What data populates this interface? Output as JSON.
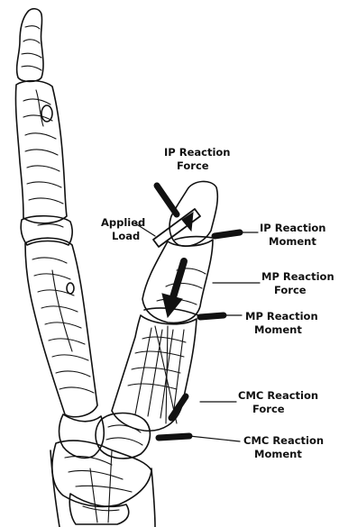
{
  "labels": {
    "ip_reaction_force": [
      "IP Reaction",
      "Force"
    ],
    "applied_load": [
      "Applied",
      "Load"
    ],
    "ip_reaction_moment": [
      "IP Reaction",
      "Moment"
    ],
    "mp_reaction_force": [
      "MP Reaction",
      "Force"
    ],
    "mp_reaction_moment": [
      "MP Reaction",
      "Moment"
    ],
    "cmc_reaction_force": [
      "CMC Reaction",
      "Force"
    ],
    "cmc_reaction_moment": [
      "CMC Reaction",
      "Moment"
    ]
  },
  "colors": {
    "ink": "#111111",
    "paper": "#ffffff"
  }
}
